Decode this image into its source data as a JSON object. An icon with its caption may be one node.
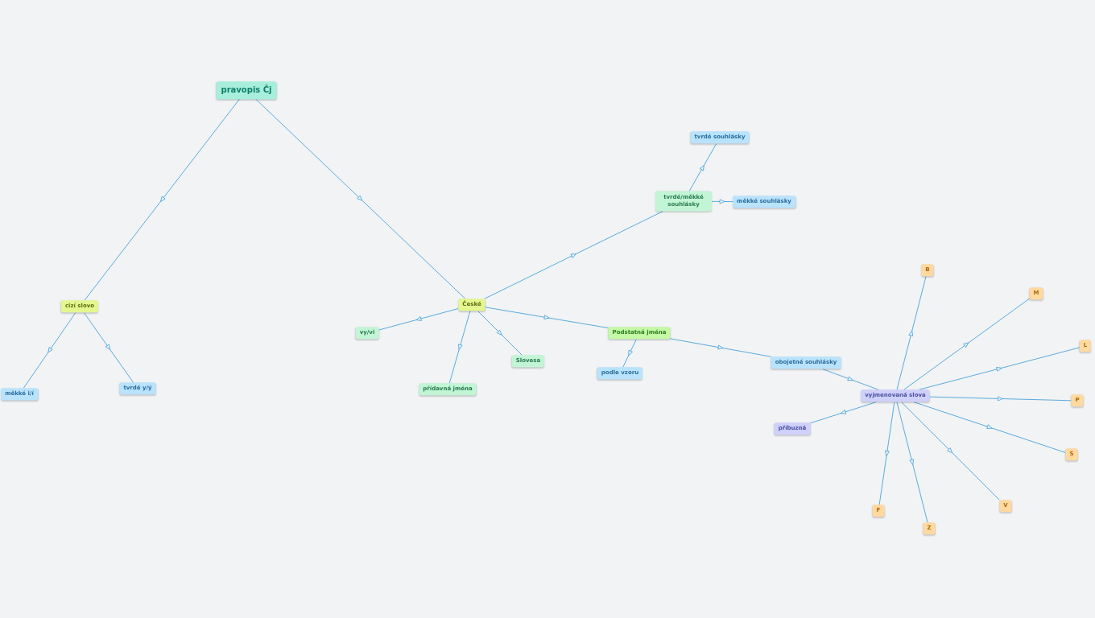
{
  "diagram": {
    "nodes": [
      {
        "text": [
          "pravopis Čj"
        ]
      },
      {
        "text": [
          "cizí slovo"
        ]
      },
      {
        "text": [
          "měkké i/í"
        ]
      },
      {
        "text": [
          "tvrdé y/ý"
        ]
      },
      {
        "text": [
          "České"
        ]
      },
      {
        "text": [
          "tvrdé/měkké souhlásky"
        ]
      },
      {
        "text": [
          "tvrdé souhlásky"
        ]
      },
      {
        "text": [
          "měkké souhlásky"
        ]
      },
      {
        "text": [
          "vy/vi"
        ]
      },
      {
        "text": [
          "přídavná jména"
        ]
      },
      {
        "text": [
          "Slovesa"
        ]
      },
      {
        "text": [
          "Podstatná jména"
        ]
      },
      {
        "text": [
          "podle vzoru"
        ]
      },
      {
        "text": [
          "obojetné souhlásky"
        ]
      },
      {
        "text": [
          "vyjmenovaná slova"
        ]
      },
      {
        "text": [
          "příbuzná"
        ]
      },
      {
        "text": [
          "B"
        ]
      },
      {
        "text": [
          "M"
        ]
      },
      {
        "text": [
          "L"
        ]
      },
      {
        "text": [
          "P"
        ]
      },
      {
        "text": [
          "S"
        ]
      },
      {
        "text": [
          "V"
        ]
      },
      {
        "text": [
          "Z"
        ]
      },
      {
        "text": [
          "F"
        ]
      }
    ],
    "edges": [
      {
        "from": 0,
        "to": 1,
        "arrow": "to"
      },
      {
        "from": 0,
        "to": 4,
        "arrow": "to"
      },
      {
        "from": 1,
        "to": 2,
        "arrow": "to"
      },
      {
        "from": 1,
        "to": 3,
        "arrow": "to"
      },
      {
        "from": 4,
        "to": 5,
        "arrow": "to"
      },
      {
        "from": 5,
        "to": 6,
        "arrow": "to"
      },
      {
        "from": 5,
        "to": 7,
        "arrow": "to"
      },
      {
        "from": 4,
        "to": 8,
        "arrow": "to"
      },
      {
        "from": 4,
        "to": 9,
        "arrow": "to"
      },
      {
        "from": 4,
        "to": 10,
        "arrow": "to"
      },
      {
        "from": 4,
        "to": 11,
        "arrow": "to"
      },
      {
        "from": 11,
        "to": 12,
        "arrow": "to"
      },
      {
        "from": 11,
        "to": 13,
        "arrow": "to"
      },
      {
        "from": 13,
        "to": 14,
        "arrow": "to"
      },
      {
        "from": 14,
        "to": 15,
        "arrow": "to"
      },
      {
        "from": 14,
        "to": 16,
        "arrow": "to"
      },
      {
        "from": 14,
        "to": 17,
        "arrow": "to"
      },
      {
        "from": 14,
        "to": 18,
        "arrow": "to"
      },
      {
        "from": 14,
        "to": 19,
        "arrow": "to"
      },
      {
        "from": 14,
        "to": 20,
        "arrow": "to"
      },
      {
        "from": 14,
        "to": 21,
        "arrow": "to"
      },
      {
        "from": 14,
        "to": 22,
        "arrow": "to"
      },
      {
        "from": 14,
        "to": 23,
        "arrow": "to"
      }
    ]
  }
}
